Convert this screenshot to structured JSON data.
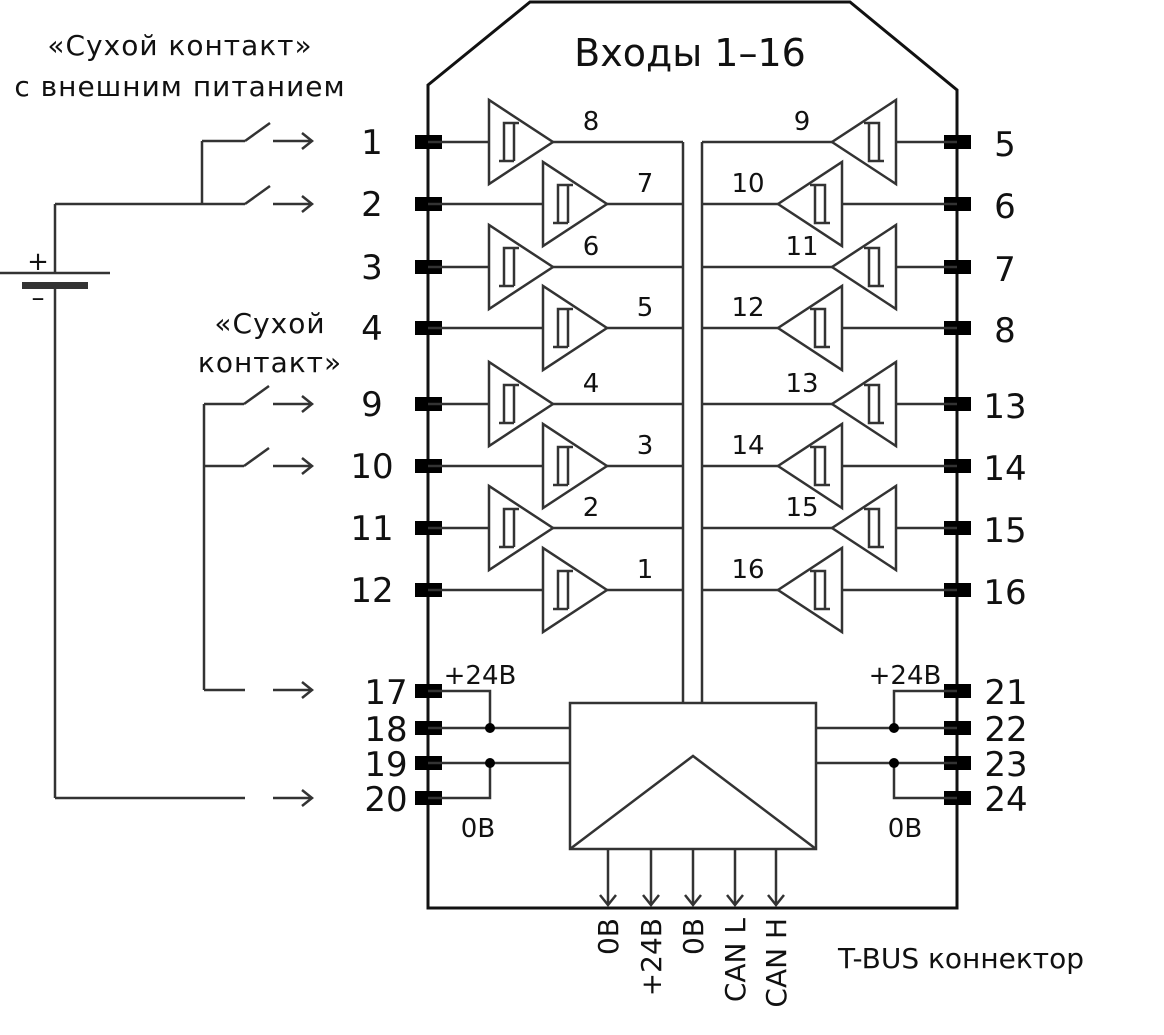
{
  "title": "Входы 1–16",
  "colors": {
    "line": "#333333",
    "pin": "#000000",
    "background": "#ffffff"
  },
  "notes": {
    "external_power_line1": "«Сухой контакт»",
    "external_power_line2": "с внешним питанием",
    "dry_contact_line1": "«Сухой",
    "dry_contact_line2": "контакт»",
    "battery_plus": "+",
    "battery_minus": "–"
  },
  "left_pins": [
    {
      "pin": "1",
      "channel": "8"
    },
    {
      "pin": "2",
      "channel": "7"
    },
    {
      "pin": "3",
      "channel": "6"
    },
    {
      "pin": "4",
      "channel": "5"
    },
    {
      "pin": "9",
      "channel": "4"
    },
    {
      "pin": "10",
      "channel": "3"
    },
    {
      "pin": "11",
      "channel": "2"
    },
    {
      "pin": "12",
      "channel": "1"
    }
  ],
  "right_pins": [
    {
      "pin": "5",
      "channel": "9"
    },
    {
      "pin": "6",
      "channel": "10"
    },
    {
      "pin": "7",
      "channel": "11"
    },
    {
      "pin": "8",
      "channel": "12"
    },
    {
      "pin": "13",
      "channel": "13"
    },
    {
      "pin": "14",
      "channel": "14"
    },
    {
      "pin": "15",
      "channel": "15"
    },
    {
      "pin": "16",
      "channel": "16"
    }
  ],
  "power_left": {
    "pins": [
      "17",
      "18",
      "19",
      "20"
    ],
    "plus_label": "+24В",
    "zero_label": "0В"
  },
  "power_right": {
    "pins": [
      "21",
      "22",
      "23",
      "24"
    ],
    "plus_label": "+24В",
    "zero_label": "0В"
  },
  "bus": {
    "name": "T-BUS коннектор",
    "lines": [
      "0В",
      "+24В",
      "0В",
      "CAN L",
      "CAN H"
    ]
  }
}
